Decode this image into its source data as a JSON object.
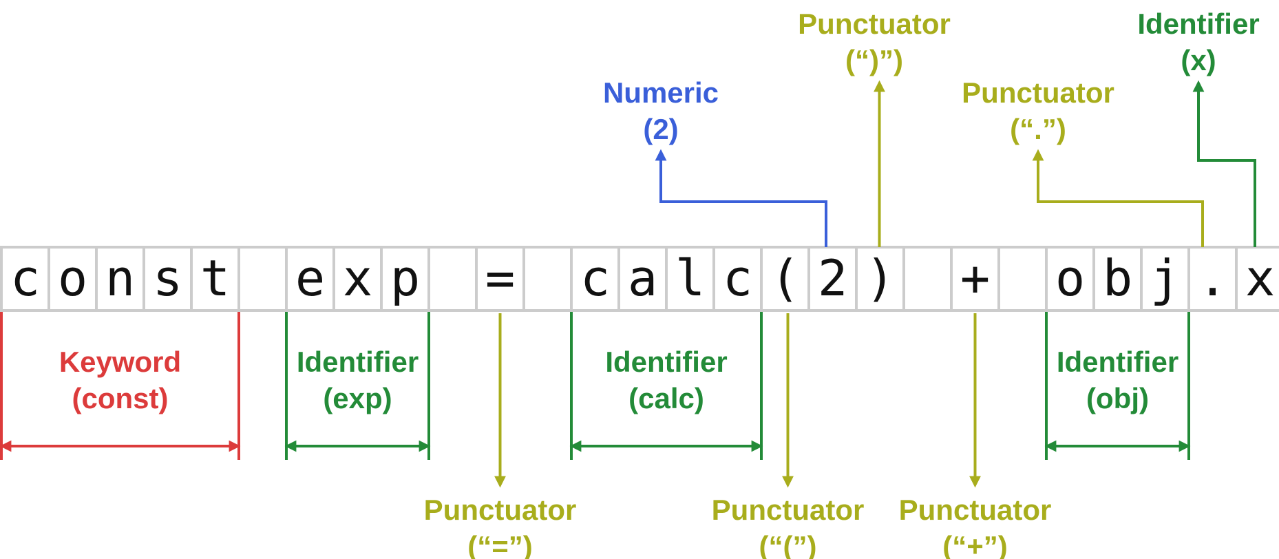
{
  "code_chars": [
    "c",
    "o",
    "n",
    "s",
    "t",
    " ",
    "e",
    "x",
    "p",
    " ",
    "=",
    " ",
    "c",
    "a",
    "l",
    "c",
    "(",
    "2",
    ")",
    " ",
    "+",
    " ",
    "o",
    "b",
    "j",
    ".",
    "x"
  ],
  "colors": {
    "keyword": "#dc3b3b",
    "identifier": "#238b38",
    "punctuator": "#a8ad1c",
    "numeric": "#3a5fd9",
    "cell_border": "#cccccc",
    "code_text": "#111111"
  },
  "tokens": [
    {
      "id": "keyword-const",
      "kind": "keyword",
      "title": "Keyword",
      "value": "(const)"
    },
    {
      "id": "identifier-exp",
      "kind": "identifier",
      "title": "Identifier",
      "value": "(exp)"
    },
    {
      "id": "punctuator-equals",
      "kind": "punctuator",
      "title": "Punctuator",
      "value": "(“=”)"
    },
    {
      "id": "identifier-calc",
      "kind": "identifier",
      "title": "Identifier",
      "value": "(calc)"
    },
    {
      "id": "punctuator-open-paren",
      "kind": "punctuator",
      "title": "Punctuator",
      "value": "(“(”)"
    },
    {
      "id": "numeric-2",
      "kind": "numeric",
      "title": "Numeric",
      "value": "(2)"
    },
    {
      "id": "punctuator-close-paren",
      "kind": "punctuator",
      "title": "Punctuator",
      "value": "(“)”)"
    },
    {
      "id": "punctuator-plus",
      "kind": "punctuator",
      "title": "Punctuator",
      "value": "(“+”)"
    },
    {
      "id": "identifier-obj",
      "kind": "identifier",
      "title": "Identifier",
      "value": "(obj)"
    },
    {
      "id": "punctuator-dot",
      "kind": "punctuator",
      "title": "Punctuator",
      "value": "(“.”)"
    },
    {
      "id": "identifier-x",
      "kind": "identifier",
      "title": "Identifier",
      "value": "(x)"
    }
  ]
}
